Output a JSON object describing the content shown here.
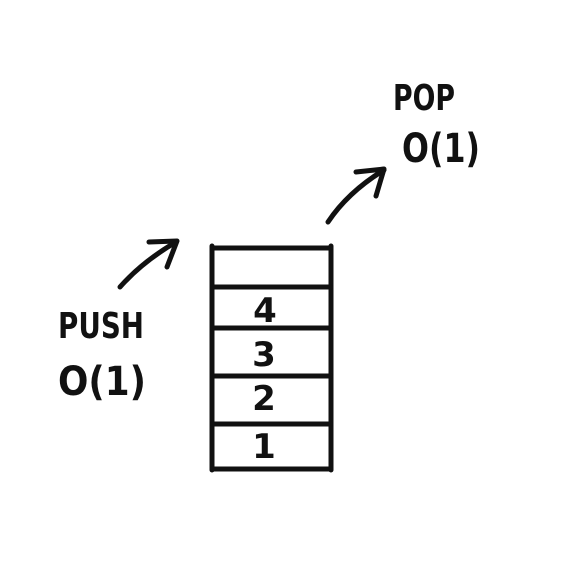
{
  "push": {
    "label": "PUSH",
    "complexity": "O(1)"
  },
  "pop": {
    "label": "POP",
    "complexity": "O(1)"
  },
  "stack": {
    "items": [
      "4",
      "3",
      "2",
      "1"
    ],
    "empty_slots_on_top": 1
  },
  "colors": {
    "ink": "#111111",
    "background": "#ffffff"
  }
}
